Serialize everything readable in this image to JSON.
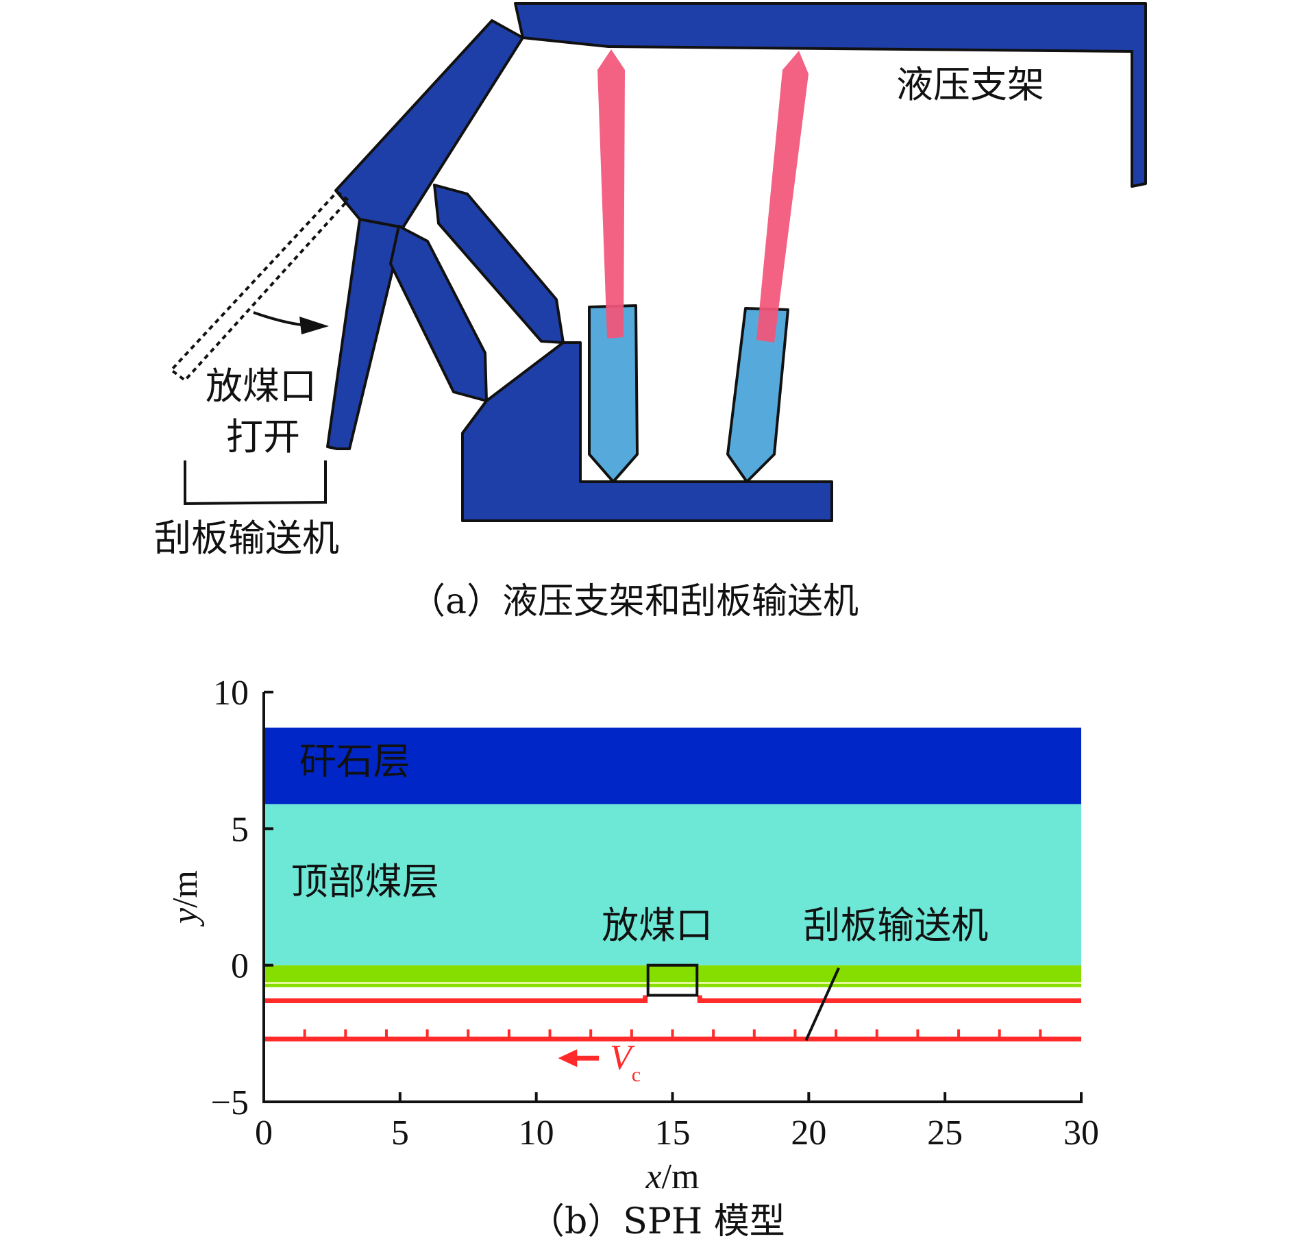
{
  "colors": {
    "support_blue": "#1f3fa8",
    "ram_red": "#f2557a",
    "cylinder_blue": "#55aadb",
    "gangue_blue": "#0026c8",
    "coal_cyan": "#6ee8d6",
    "conveyor_green": "#86dd00",
    "conveyor_red": "#ff2a2a"
  },
  "panel_a": {
    "label_support": "液压支架",
    "label_outlet_line1": "放煤口",
    "label_outlet_line2": "打开",
    "label_conveyor": "刮板输送机",
    "caption": "（a）液压支架和刮板输送机"
  },
  "panel_b": {
    "caption": "（b）SPH 模型",
    "label_gangue": "矸石层",
    "label_top_coal": "顶部煤层",
    "label_outlet": "放煤口",
    "label_conveyor": "刮板输送机",
    "velocity_symbol": "V",
    "velocity_subscript": "c",
    "x_title_var": "x",
    "x_title_unit": "/m",
    "y_title_var": "y",
    "y_title_unit": "/m"
  },
  "chart_data": {
    "type": "area",
    "xlim": [
      0,
      30
    ],
    "ylim": [
      -5,
      10
    ],
    "x_ticks": [
      "0",
      "5",
      "10",
      "15",
      "20",
      "25",
      "30"
    ],
    "y_ticks": [
      "−5",
      "0",
      "5",
      "10"
    ],
    "grid": false,
    "layers": [
      {
        "name": "矸石层",
        "y_bottom": 5.9,
        "y_top": 8.7,
        "x_range": [
          0,
          30
        ],
        "color": "#0026c8"
      },
      {
        "name": "顶部煤层",
        "y_bottom": 0,
        "y_top": 5.9,
        "x_range": [
          0,
          30
        ],
        "color": "#6ee8d6"
      }
    ],
    "support_band": {
      "y_bottom": -0.8,
      "y_top": 0,
      "color": "#86dd00"
    },
    "outlet": {
      "x_range": [
        14.1,
        15.9
      ],
      "y_range": [
        -1.1,
        0
      ]
    },
    "conveyor": {
      "y_upper": -1.3,
      "y_lower": -2.7,
      "x_range": [
        0,
        30
      ],
      "direction": "left"
    }
  }
}
